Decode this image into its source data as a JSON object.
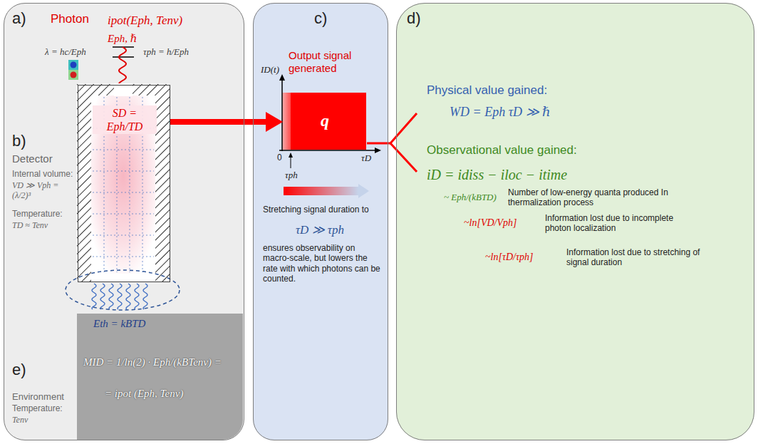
{
  "diagram": {
    "nodes": [
      {
        "text": [
          "a)",
          "Photon",
          "ipot(Eph, Tenv)",
          "Eph, ℏ",
          "λ = hc/Eph",
          "τph = h/Eph",
          "b)",
          "Detector",
          "Internal volume:",
          "VD ≫ Vph = (λ/2)³",
          "Temperature:",
          "TD ≈ Tenv",
          "e)",
          "Environment",
          "Temperature:",
          "Tenv"
        ]
      },
      {
        "text": [
          "SD = Eph/TD"
        ],
        "in": 0
      },
      {
        "text": [
          "Eth = kBTD",
          "MID = 1/ln(2) · Eph/(kBTenv) =",
          "= ipot (Eph, Tenv)"
        ],
        "in": 0
      },
      {
        "text": [
          "c)",
          "Output signal generated",
          "Stretching signal duration to",
          "τD ≫ τph",
          "ensures observability on macro-scale, but lowers the rate with which photons can be counted."
        ]
      },
      {
        "text": [
          "q"
        ],
        "in": 3
      },
      {
        "text": [
          "d)",
          "Physical value gained:",
          "WD = Eph τD ≫ ℏ",
          "Observational value gained:",
          "iD = idiss − iloc − itime",
          "~ Eph/(kBTD)",
          "Number of low-energy quanta produced In thermalization process",
          "~ln[VD/Vph]",
          "Information lost due to incomplete photon localization",
          "~ln[τD/τph]",
          "Information lost due to stretching of signal duration"
        ]
      }
    ],
    "edges": [
      {
        "from": 1,
        "to": 4,
        "arrow": "to"
      },
      {
        "from": 4,
        "to": 5,
        "arrow": "none"
      }
    ],
    "labels": [
      "ID(t)",
      "0",
      "τph",
      "τD"
    ]
  }
}
